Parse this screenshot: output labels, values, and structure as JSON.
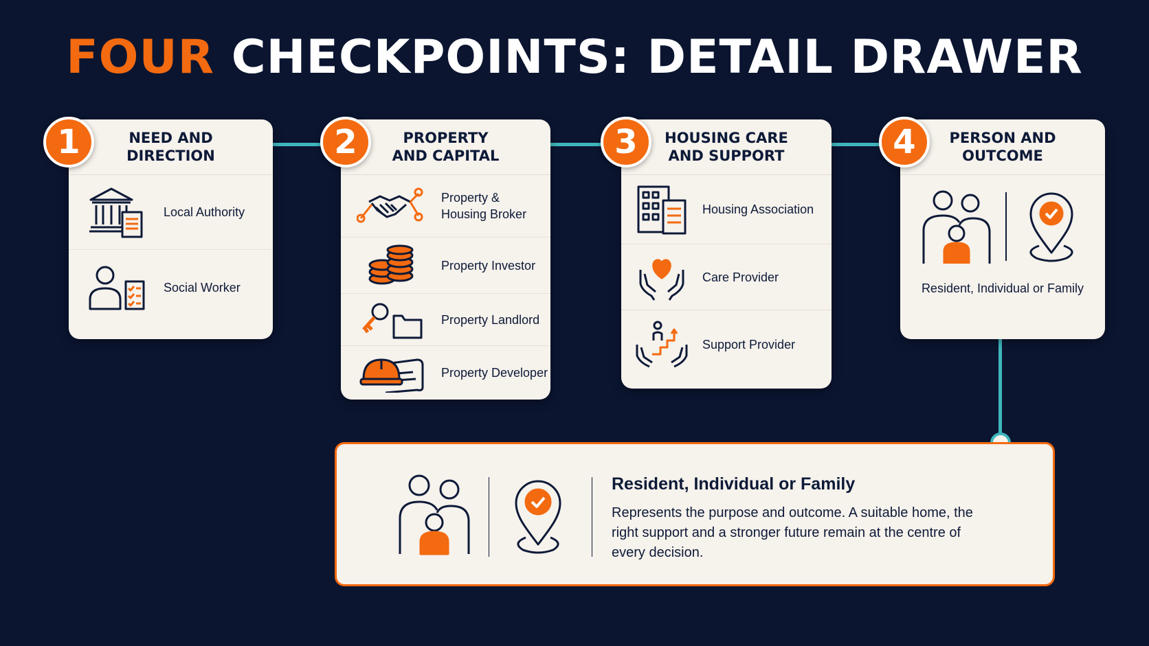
{
  "header": {
    "title_accent": "FOUR",
    "title_rest": "CHECKPOINTS: DETAIL DRAWER"
  },
  "colors": {
    "background": "#0b1530",
    "accent": "#f36a10",
    "card": "#f6f2ec",
    "connector": "#3fb6bd",
    "ink": "#0d1a38"
  },
  "checkpoints": [
    {
      "number": "1",
      "title": "NEED AND\nDIRECTION",
      "items": [
        {
          "label": "Local Authority",
          "icon": "government-building-icon"
        },
        {
          "label": "Social Worker",
          "icon": "social-worker-icon"
        }
      ]
    },
    {
      "number": "2",
      "title": "PROPERTY\nAND CAPITAL",
      "items": [
        {
          "label": "Property &\nHousing Broker",
          "icon": "handshake-network-icon"
        },
        {
          "label": "Property Investor",
          "icon": "coin-stack-icon"
        },
        {
          "label": "Property Landlord",
          "icon": "key-folder-icon"
        },
        {
          "label": "Property Developer",
          "icon": "hard-hat-blueprint-icon"
        }
      ]
    },
    {
      "number": "3",
      "title": "HOUSING CARE\nAND SUPPORT",
      "items": [
        {
          "label": "Housing Association",
          "icon": "office-building-document-icon"
        },
        {
          "label": "Care Provider",
          "icon": "heart-hands-icon"
        },
        {
          "label": "Support Provider",
          "icon": "growth-hands-icon"
        }
      ]
    },
    {
      "number": "4",
      "title": "PERSON AND\nOUTCOME",
      "items": [
        {
          "label": "Resident, Individual or Family",
          "icon": "family-location-icon"
        }
      ]
    }
  ],
  "drawer": {
    "title": "Resident, Individual or Family",
    "body": "Represents the purpose and outcome. A suitable home, the right support and a stronger future remain at the centre of every decision."
  }
}
